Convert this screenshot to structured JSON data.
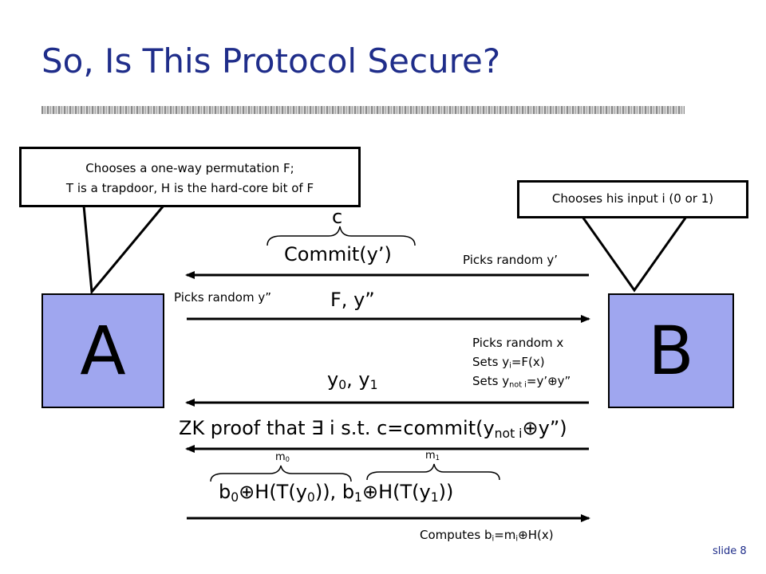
{
  "slide": {
    "title": "So, Is This Protocol Secure?",
    "number_label": "slide 8"
  },
  "parties": {
    "a_label": "A",
    "b_label": "B"
  },
  "callouts": {
    "a_line1": "Chooses a one-way permutation F;",
    "a_line2": "T is a trapdoor, H is the hard-core bit of F",
    "b_text": "Chooses his input i (0 or 1)"
  },
  "messages": {
    "c_label": "c",
    "commit": "Commit(y’)",
    "b_picks_y1": "Picks random y’",
    "a_picks_y2": "Picks random y”",
    "f_y": "F, y”",
    "picks_x": "Picks random x",
    "sets_yi_pre": "Sets y",
    "sets_yi_sub": "i",
    "sets_yi_post": "=F(x)",
    "sets_ynot_pre": "Sets y",
    "sets_ynot_sub": "not i",
    "sets_ynot_post": "=y’⊕y”",
    "y0y1_a": "y",
    "y0y1_sub0": "0",
    "y0y1_mid": ", y",
    "y0y1_sub1": "1",
    "zk_pre": "ZK proof that ∃ i s.t. c=commit(y",
    "zk_sub": "not i",
    "zk_post": "⊕y”)",
    "m0_pre": "m",
    "m0_sub": "0",
    "m1_pre": "m",
    "m1_sub": "1",
    "b_final": {
      "p1": "b",
      "s1": "0",
      "p2": "⊕H(T(y",
      "s2": "0",
      "p3": ")), b",
      "s3": "1",
      "p4": "⊕H(T(y",
      "s4": "1",
      "p5": "))"
    },
    "computes_pre": "Computes b",
    "computes_sub1": "i",
    "computes_mid": "=m",
    "computes_sub2": "i",
    "computes_post": "⊕H(x)"
  },
  "colors": {
    "title": "#1f2d8a",
    "party_fill": "#9fa6ef"
  }
}
